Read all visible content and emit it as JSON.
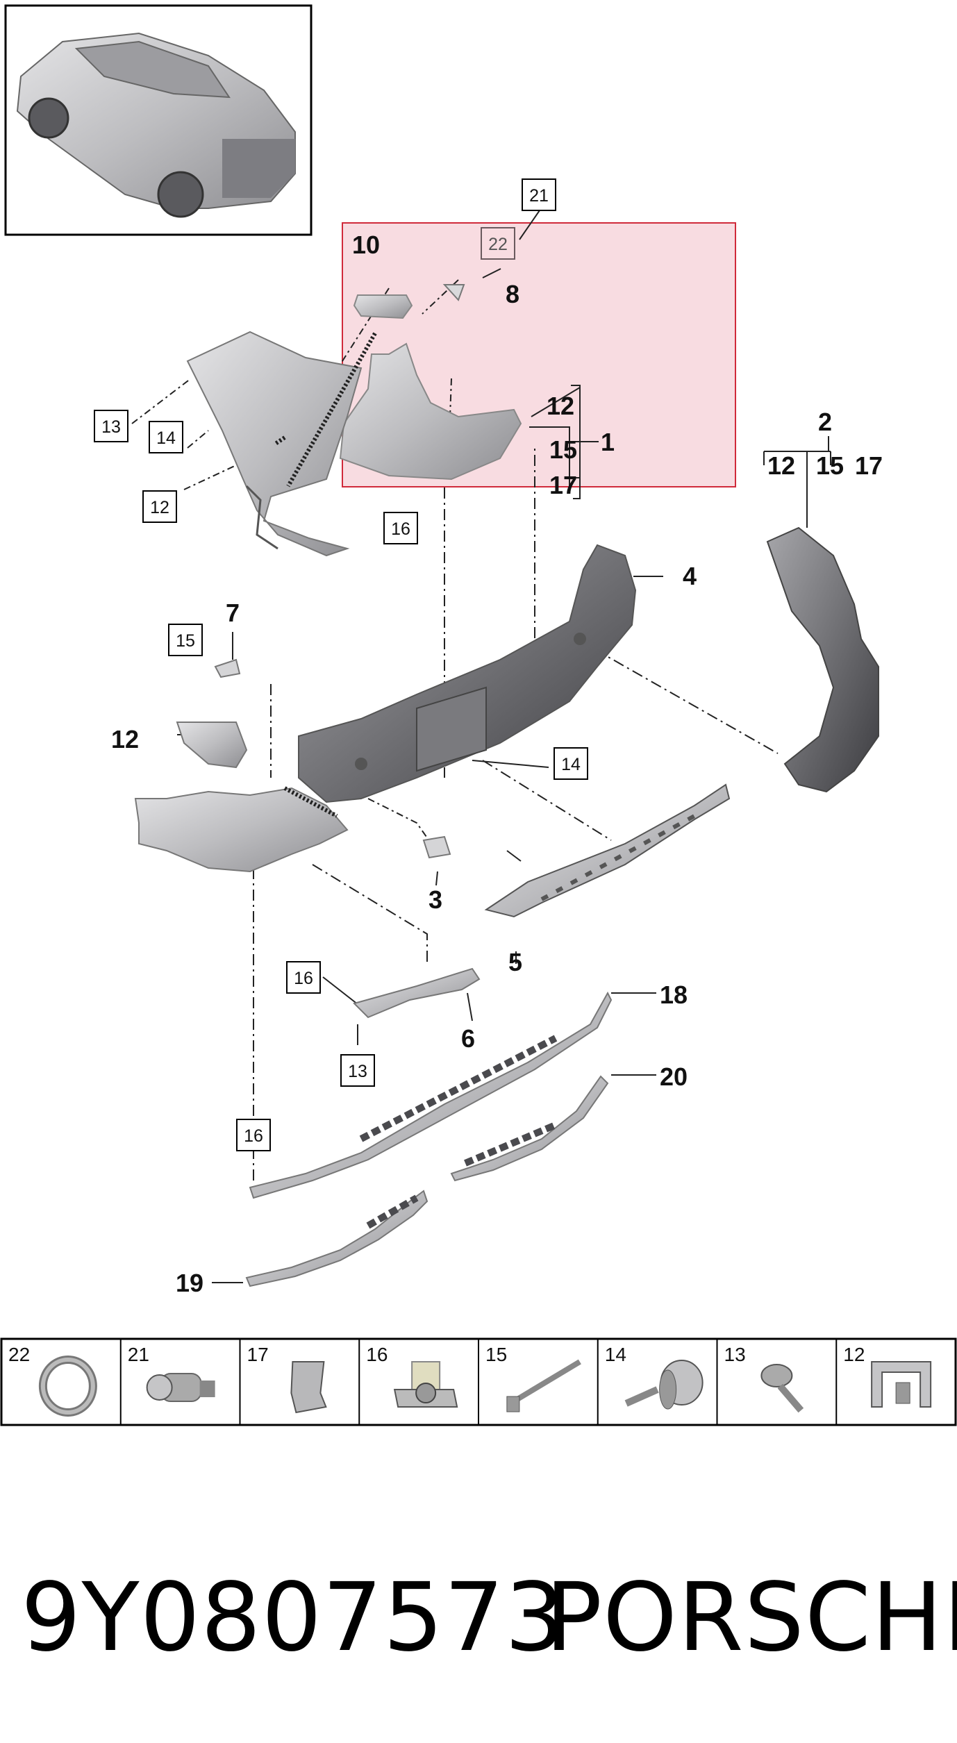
{
  "callouts": {
    "c1": "1",
    "c2": "2",
    "c3": "3",
    "c4": "4",
    "c5": "5",
    "c6": "6",
    "c7": "7",
    "c8": "8",
    "c10": "10",
    "c12a": "12",
    "c12b": "12",
    "c12c": "12",
    "c15a": "15",
    "c15b": "15",
    "c17a": "17",
    "c17b": "17",
    "c18": "18",
    "c19": "19",
    "c20": "20"
  },
  "boxed": {
    "b21": "21",
    "b22": "22",
    "b13a": "13",
    "b14a": "14",
    "b12a": "12",
    "b16a": "16",
    "b15": "15",
    "b14b": "14",
    "b16b": "16",
    "b13b": "13",
    "b16c": "16"
  },
  "legend": [
    {
      "num": "22",
      "icon": "sensor-ring-icon"
    },
    {
      "num": "21",
      "icon": "parking-sensor-icon"
    },
    {
      "num": "17",
      "icon": "expanding-clip-icon"
    },
    {
      "num": "16",
      "icon": "speed-nut-icon"
    },
    {
      "num": "15",
      "icon": "drive-rivet-icon"
    },
    {
      "num": "14",
      "icon": "push-clip-icon"
    },
    {
      "num": "13",
      "icon": "flange-screw-icon"
    },
    {
      "num": "12",
      "icon": "bracket-clip-icon"
    }
  ],
  "footer": {
    "part_number": "9Y0807573",
    "brand": "PORSCHE"
  },
  "colors": {
    "highlight_fill": "#f7d6dc",
    "highlight_stroke": "#d02a3a",
    "part_gray": "#c9c9cb",
    "line": "#222222"
  }
}
